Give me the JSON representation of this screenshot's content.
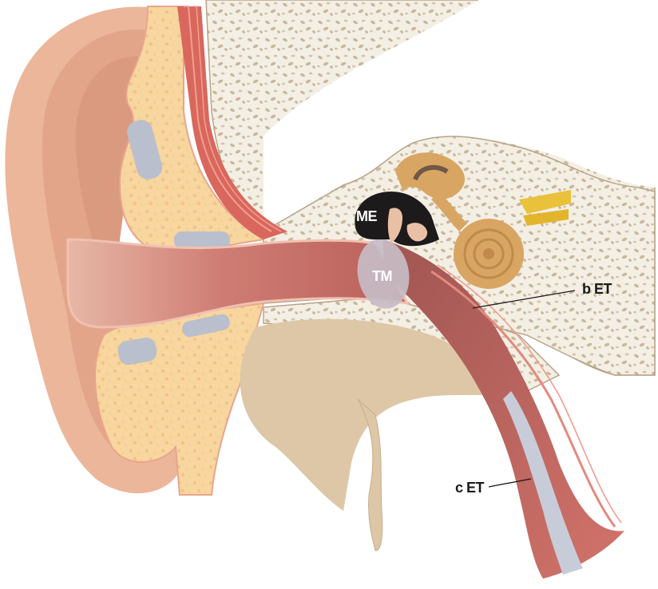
{
  "colors": {
    "skin": "#ecb69b",
    "skin_dark": "#d79a80",
    "cartilage": "#f7d7a2",
    "bone": "#f4efe4",
    "bone_dots": "#c8b69c",
    "canal": "#c96c65",
    "muscle": "#d9675d",
    "membrane": "#c7bcc6",
    "middle_ear": "#1c1a1a",
    "inner_ear": "#d9a563",
    "nerve": "#e9c13a",
    "cartilage_tube": "#c7ccd8",
    "soft_tissue": "#ddc7a7",
    "gray_insert": "#b9bfcc"
  },
  "labels": {
    "middle_ear": "ME",
    "tympanic_membrane": "TM",
    "bony_et": "b ET",
    "cartilaginous_et": "c ET"
  }
}
